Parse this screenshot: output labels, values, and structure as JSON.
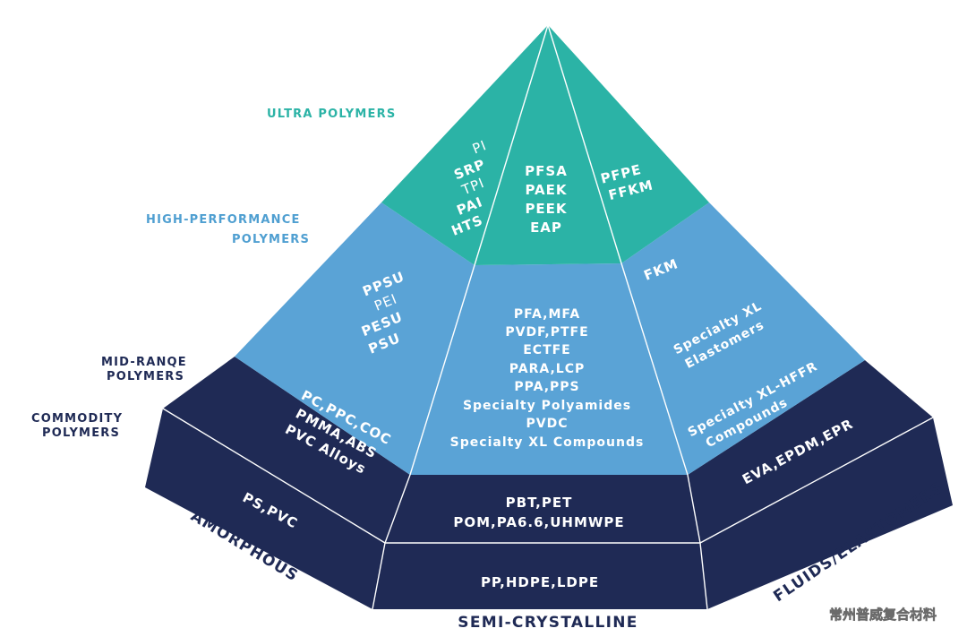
{
  "colors": {
    "ultra": "#2bb3a6",
    "high": "#5aa3d6",
    "mid": "#1f2a55",
    "commodity": "#1f2a55",
    "label_ultra": "#2bb3a6",
    "label_high": "#4f9fd1",
    "label_dark": "#1f2a55",
    "divider": "#ffffff"
  },
  "tier_labels": {
    "ultra": "ULTRA POLYMERS",
    "high_line1": "HIGH-PERFORMANCE",
    "high_line2": "POLYMERS",
    "mid_line1": "MID-RANQE",
    "mid_line2": "POLYMERS",
    "commodity_line1": "COMMODITY",
    "commodity_line2": "POLYMERS"
  },
  "axis_labels": {
    "amorphous": "AMORPHOUS",
    "semi_crystalline": "SEMI-CRYSTALLINE",
    "fluids": "FLUIDS/ELASTOMERS"
  },
  "cells": {
    "ultra_left": [
      "PI",
      "SRP",
      "TPI",
      "PAI",
      "HTS"
    ],
    "ultra_center": [
      "PFSA",
      "PAEK",
      "PEEK",
      "EAP"
    ],
    "ultra_right": [
      "PFPE",
      "FFKM"
    ],
    "high_left": [
      "PPSU",
      "PEI",
      "PESU",
      "PSU"
    ],
    "high_center": [
      "PFA,MFA",
      "PVDF,PTFE",
      "ECTFE",
      "PARA,LCP",
      "PPA,PPS",
      "Specialty Polyamides",
      "PVDC",
      "Specialty XL Compounds"
    ],
    "high_right_top": [
      "FKM"
    ],
    "high_right_mid": [
      "Specialty XL",
      "Elastomers"
    ],
    "high_right_low": [
      "Specialty XL-HFFR",
      "Compounds"
    ],
    "mid_left": [
      "PC,PPC,COC",
      "PMMA,ABS",
      "PVC Alloys"
    ],
    "mid_center": [
      "PBT,PET",
      "POM,PA6.6,UHMWPE"
    ],
    "mid_right": [
      "EVA,EPDM,EPR"
    ],
    "commodity_left": [
      "PS,PVC"
    ],
    "commodity_center": [
      "PP,HDPE,LDPE"
    ]
  },
  "watermark": "常州普威复合材料"
}
